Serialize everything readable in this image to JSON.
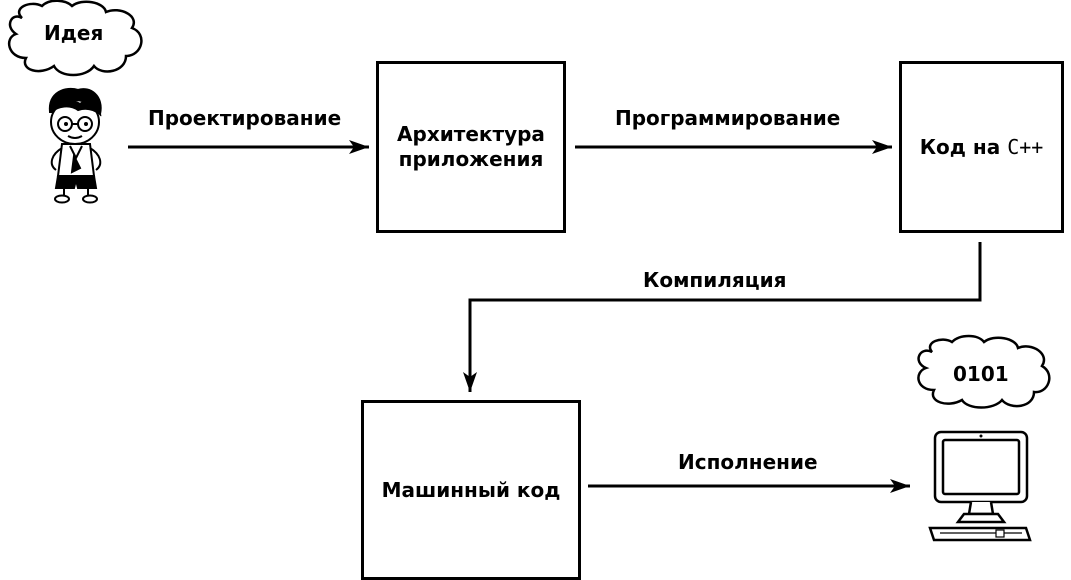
{
  "idea_bubble": {
    "text": "Идея"
  },
  "binary_bubble": {
    "text": "0101"
  },
  "boxes": {
    "architecture": {
      "line1": "Архитектура",
      "line2": "приложения"
    },
    "cpp_code": {
      "prefix": "Код на",
      "lang": "C++"
    },
    "machine_code": {
      "text": "Машинный код"
    }
  },
  "arrows": {
    "design": "Проектирование",
    "programming": "Программирование",
    "compilation": "Компиляция",
    "execution": "Исполнение"
  }
}
